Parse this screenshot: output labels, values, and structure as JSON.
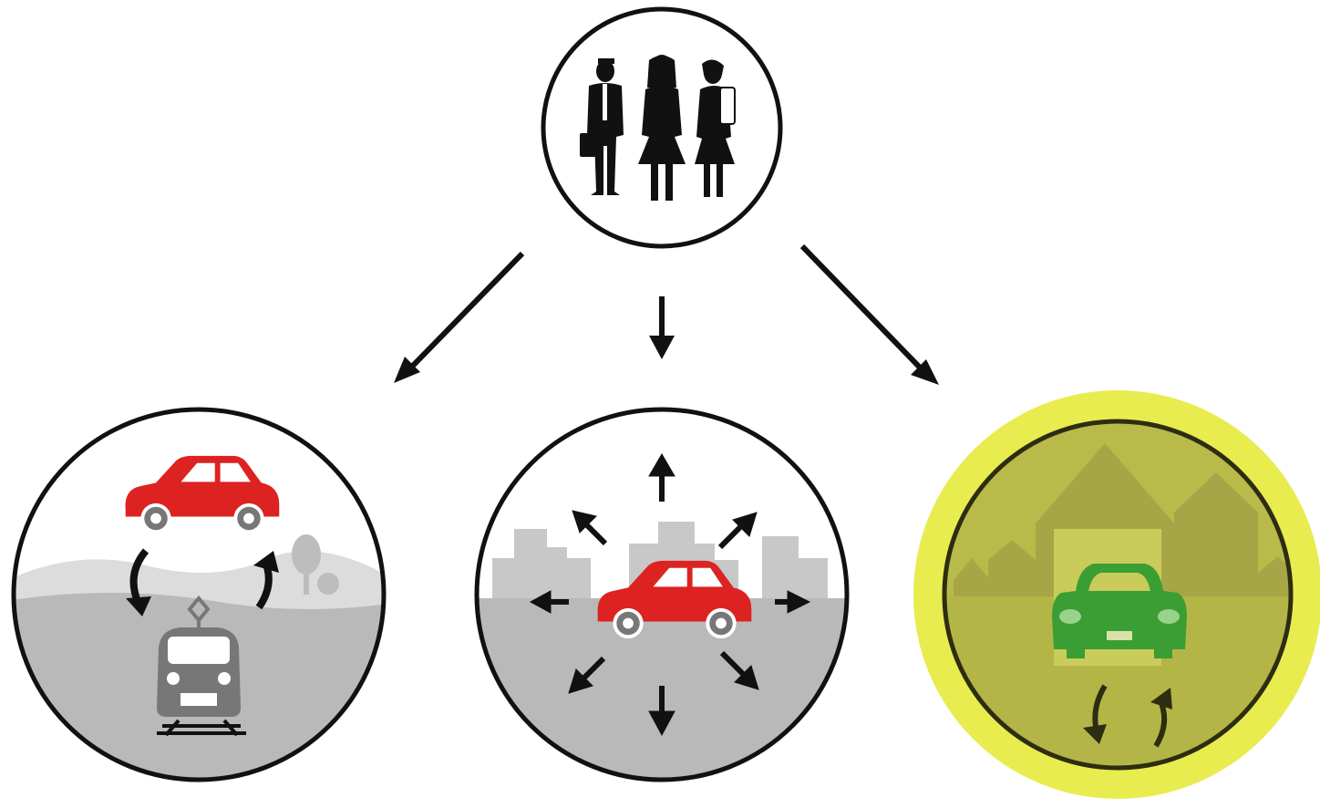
{
  "diagram": {
    "nodes": [
      {
        "id": "people",
        "icon": "people-group-icon",
        "depicts": [
          "businessman",
          "woman",
          "student"
        ]
      },
      {
        "id": "car-and-train",
        "icon": "car-train-exchange-icon"
      },
      {
        "id": "car-city",
        "icon": "car-in-city-icon"
      },
      {
        "id": "car-garage",
        "icon": "car-garage-icon",
        "highlighted": true
      }
    ],
    "edges": [
      {
        "from": "people",
        "to": "car-and-train"
      },
      {
        "from": "people",
        "to": "car-city"
      },
      {
        "from": "people",
        "to": "car-garage"
      }
    ],
    "colors": {
      "outline": "#111111",
      "car_red": "#dd2222",
      "car_green": "#3a9e34",
      "ground_gray": "#b9b9b9",
      "highlight": "#e6ea3c",
      "highlight_inner": "#b3b646"
    }
  }
}
